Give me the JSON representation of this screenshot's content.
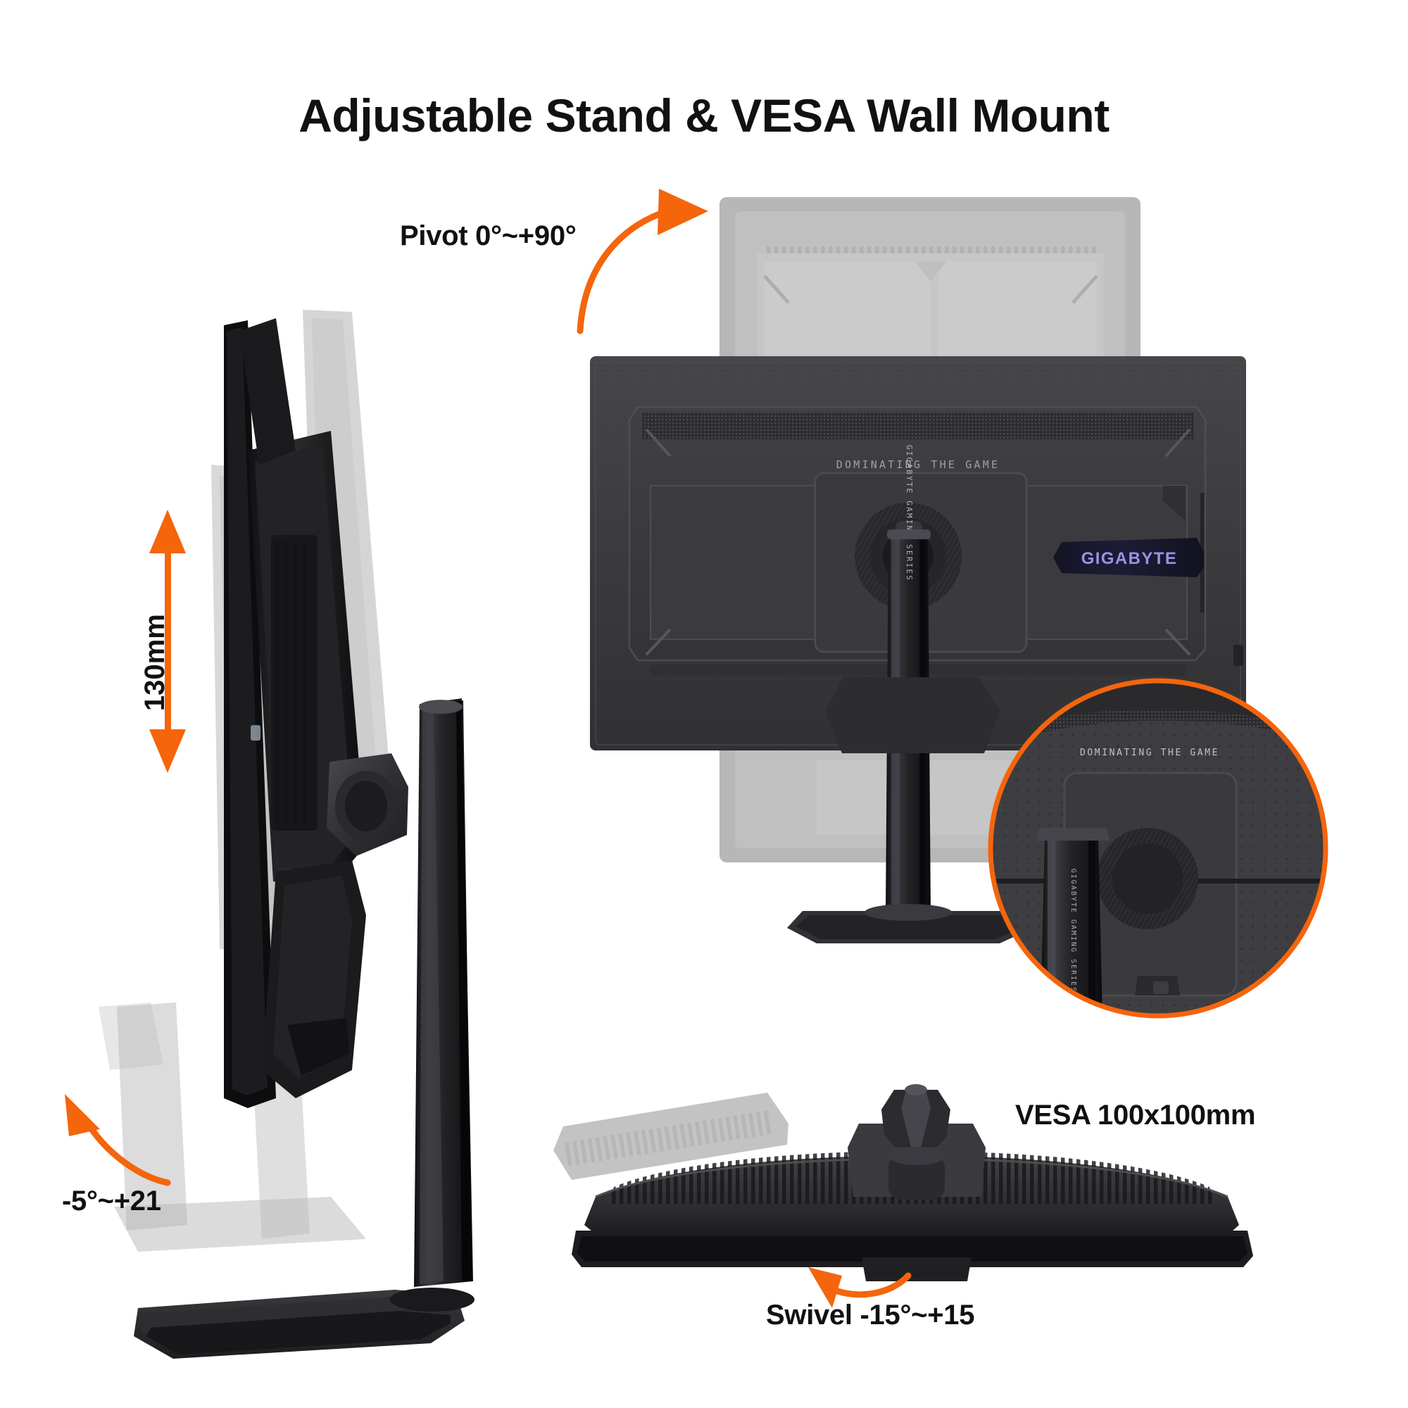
{
  "page": {
    "title": "Adjustable Stand & VESA Wall Mount",
    "background_color": "#ffffff",
    "accent_color": "#F4650C",
    "text_color": "#111111"
  },
  "labels": {
    "pivot": "Pivot 0°~+90°",
    "height": "130mm",
    "tilt": "-5°~+21",
    "swivel": "Swivel -15°~+15",
    "vesa": "VESA 100x100mm"
  },
  "product": {
    "brand": "GIGABYTE",
    "tagline": "DOMINATING THE GAME",
    "column_text": "GIGABYTE GAMING SERIES",
    "brand_logo_color": "#8d86d8",
    "chassis_color": "#3a3a3c",
    "chassis_dark": "#2a2a2c",
    "ghost_color": "#b5b5b5"
  },
  "figures": {
    "side_view": "monitor side profile with height-adjust ghosts",
    "rear_view": "monitor rear view with pivot ghost",
    "top_view": "monitor top-down swivel view with ghosts",
    "inset": "magnified VESA mount detail circle"
  }
}
